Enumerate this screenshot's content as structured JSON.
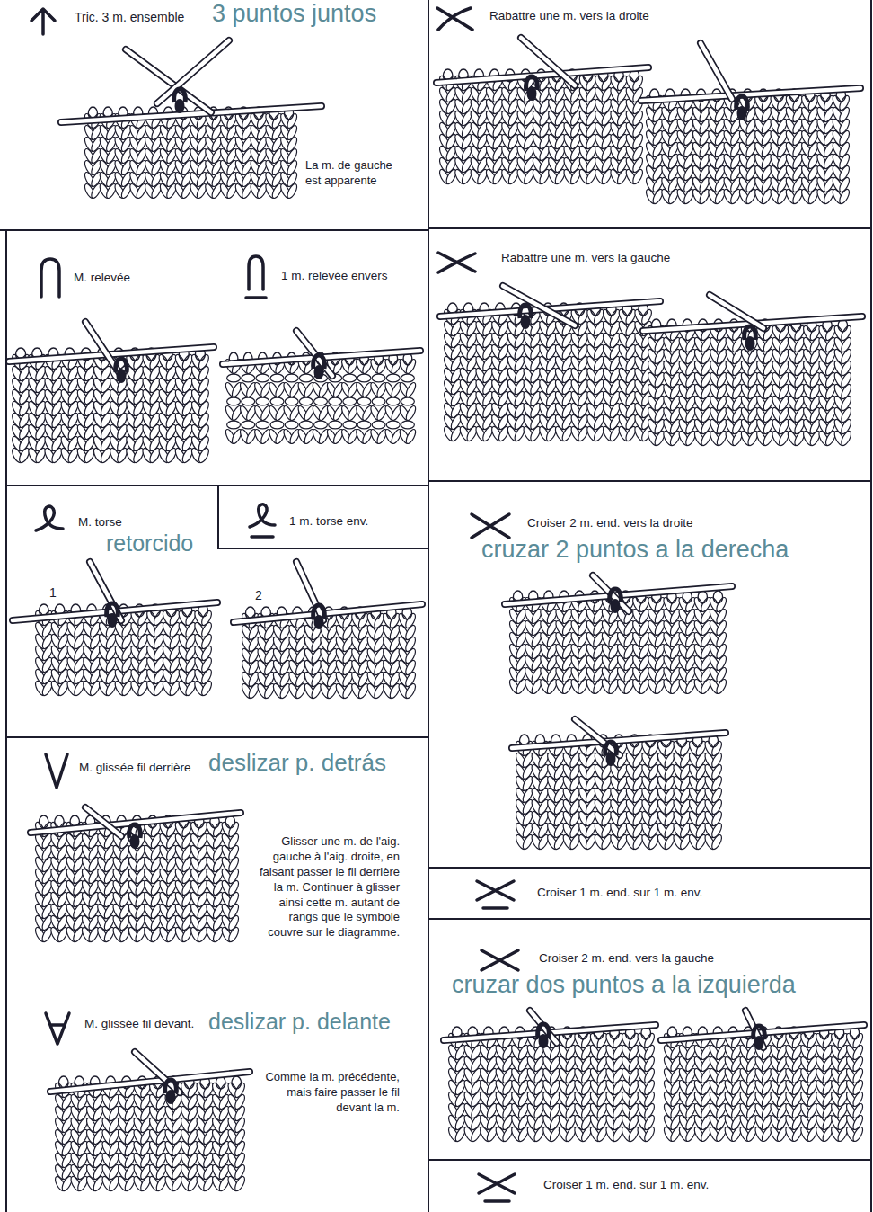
{
  "diagram": {
    "nodes": [
      {
        "text": [
          "Tric. 3 m. ensemble",
          "3 puntos juntos",
          "La m. de gauche est apparente"
        ]
      },
      {
        "text": [
          "Rabattre une m. vers la droite"
        ]
      },
      {
        "text": [
          "M. relevée",
          "1 m. relevée envers"
        ]
      },
      {
        "text": [
          "Rabattre une m. vers la gauche"
        ]
      },
      {
        "text": [
          "M. torse",
          "retorcido",
          "1",
          "2"
        ]
      },
      {
        "text": [
          "1 m. torse env."
        ],
        "in": 4
      },
      {
        "text": [
          "Croiser 2 m. end. vers la droite",
          "cruzar 2 puntos a la derecha"
        ]
      },
      {
        "text": [
          "M. glissée fil derrière",
          "deslizar p. detrás",
          "Glisser une m. de l'aig. gauche à l'aig. droite, en faisant passer le fil derrière la m. Continuer à glisser ainsi cette m. autant de rangs que le symbole couvre sur le diagramme.",
          "M. glissée fil devant.",
          "deslizar p. delante",
          "Comme la m. précédente, mais faire passer le fil devant la m."
        ]
      },
      {
        "text": [
          "Croiser 1 m. end. sur 1 m. env."
        ]
      },
      {
        "text": [
          "Croiser 2 m. end. vers la gauche",
          "cruzar dos puntos a la izquierda"
        ]
      },
      {
        "text": [
          "Croiser 1 m. end. sur 1 m. env."
        ]
      }
    ]
  }
}
